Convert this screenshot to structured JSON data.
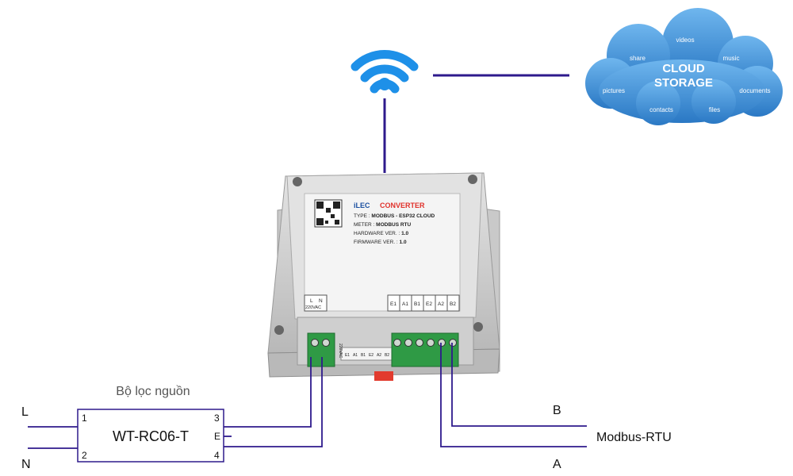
{
  "cloud": {
    "title_line1": "CLOUD",
    "title_line2": "STORAGE",
    "words": {
      "videos": "videos",
      "share": "share",
      "music": "music",
      "pictures": "pictures",
      "documents": "documents",
      "contacts": "contacts",
      "files": "files"
    }
  },
  "device": {
    "brand": "iLEC",
    "name": "CONVERTER",
    "type_label": "TYPE : ",
    "type_value": "MODBUS - ESP32 CLOUD",
    "meter_label": "METER : ",
    "meter_value": "MODBUS RTU",
    "hw_label": "HARDWARE VER. : ",
    "hw_value": "1.0",
    "fw_label": "FIRMWARE VER. : ",
    "fw_value": "1.0",
    "power_terms": [
      "L",
      "N"
    ],
    "power_voltage": "220VAC",
    "side_voltage": "220VAC",
    "terminals": [
      "E1",
      "A1",
      "B1",
      "E2",
      "A2",
      "B2"
    ]
  },
  "filter": {
    "caption": "Bộ lọc nguồn",
    "model": "WT-RC06-T",
    "pins": {
      "p1": "1",
      "p2": "2",
      "p3": "3",
      "pe": "E",
      "p4": "4"
    }
  },
  "wiring": {
    "line_L": "L",
    "line_N": "N",
    "bus_B": "B",
    "bus_A": "A",
    "bus_name": "Modbus-RTU"
  },
  "colors": {
    "wire": "#2e1a8c",
    "wifi": "#1e90e8",
    "cloud": "#3a8fd6"
  }
}
